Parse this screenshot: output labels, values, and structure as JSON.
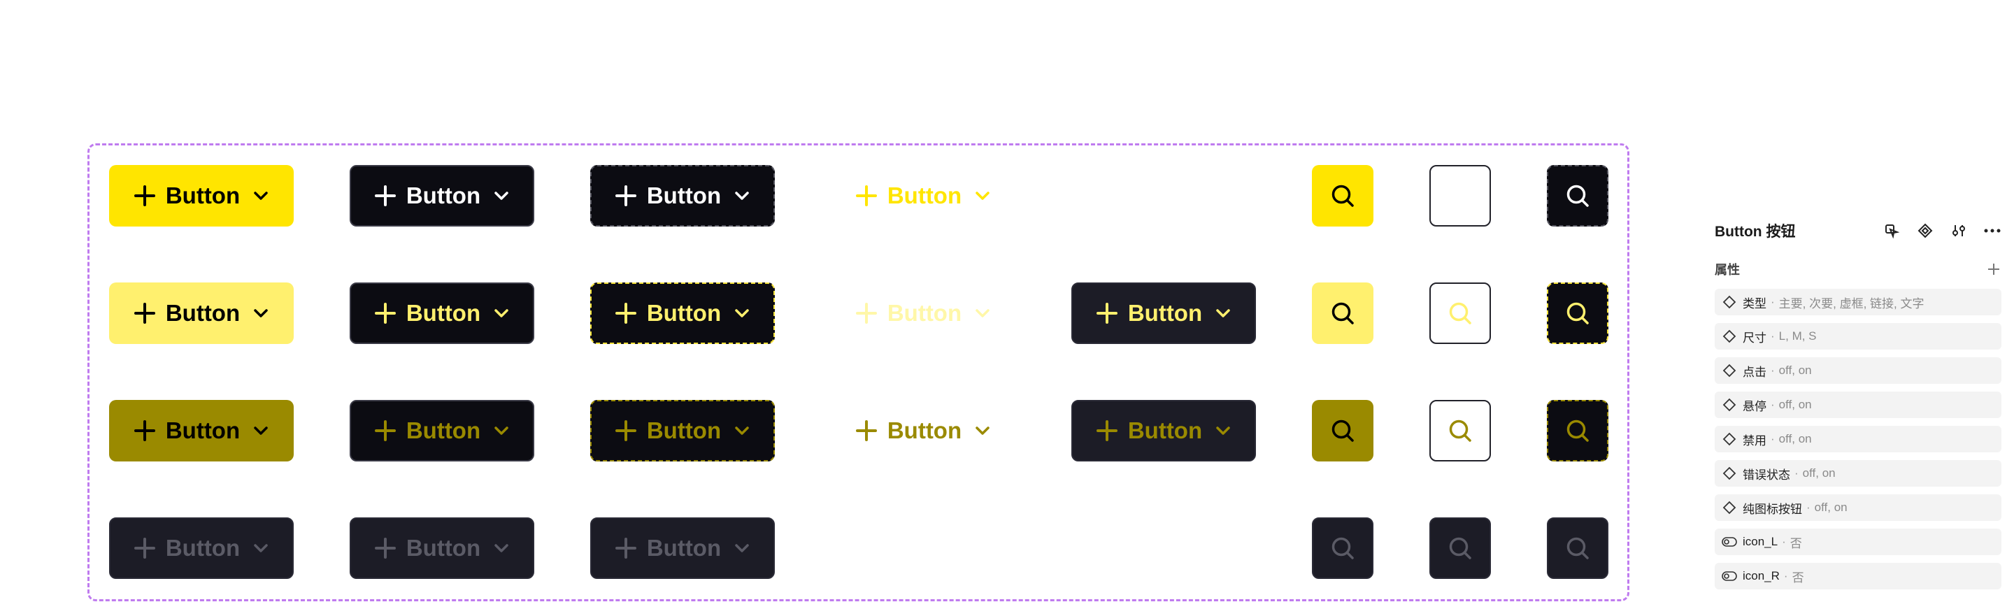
{
  "colors": {
    "yellow": "#ffe500",
    "light_yellow": "#fff06e",
    "olive": "#9a8a00",
    "near_black": "#0c0c12",
    "disabled_bg": "#1c1c26",
    "disabled_fg": "#5b5b66",
    "frame_dash": "#bf7bef"
  },
  "buttons": {
    "label": "Button",
    "icons": {
      "left": "plus-icon",
      "right": "chevron-down-icon",
      "icon_only": "search-icon"
    }
  },
  "panel": {
    "title": "Button 按钮",
    "header_icons": [
      "detach-instance-icon",
      "component-icon",
      "adjust-icon",
      "more-icon"
    ],
    "section_title": "属性",
    "separator": "·",
    "properties": [
      {
        "icon": "variant-diamond-icon",
        "name": "类型",
        "value": "主要, 次要, 虚框, 链接, 文字"
      },
      {
        "icon": "variant-diamond-icon",
        "name": "尺寸",
        "value": "L, M, S"
      },
      {
        "icon": "variant-diamond-icon",
        "name": "点击",
        "value": "off, on"
      },
      {
        "icon": "variant-diamond-icon",
        "name": "悬停",
        "value": "off, on"
      },
      {
        "icon": "variant-diamond-icon",
        "name": "禁用",
        "value": "off, on"
      },
      {
        "icon": "variant-diamond-icon",
        "name": "错误状态",
        "value": "off, on"
      },
      {
        "icon": "variant-diamond-icon",
        "name": "纯图标按钮",
        "value": "off, on"
      },
      {
        "icon": "boolean-toggle-icon",
        "name": "icon_L",
        "value": "否"
      },
      {
        "icon": "boolean-toggle-icon",
        "name": "icon_R",
        "value": "否"
      }
    ]
  }
}
